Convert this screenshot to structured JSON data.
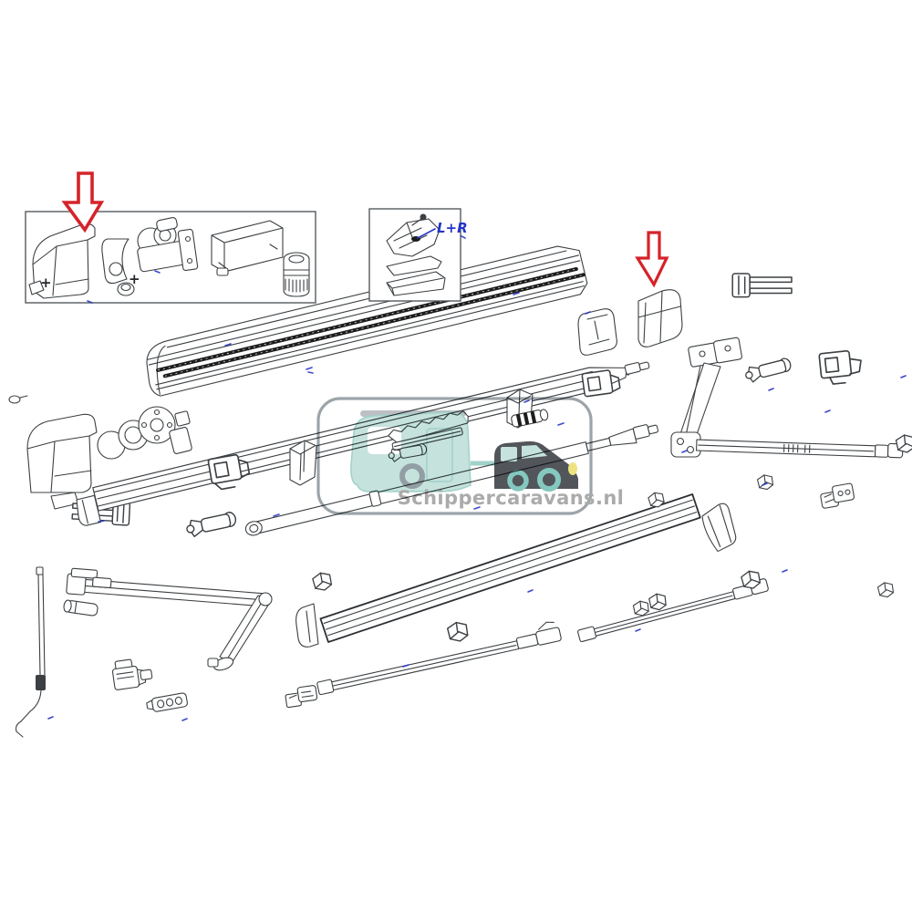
{
  "page": {
    "kind": "exploded-parts-diagram",
    "subject": "caravan awning spare parts drawing",
    "background": "#ffffff"
  },
  "labels": {
    "inset_lr": "L+R",
    "plus_1": "+",
    "plus_2": "+"
  },
  "watermark": {
    "text": "Schippercaravans.nl"
  },
  "colors": {
    "line": "#3c4043",
    "arrow_red": "#d5232a",
    "label_blue": "#2535c8",
    "strip_dark": "#1d1d1d",
    "teal": "#c3e1db",
    "teal_dark": "#9ccfc7",
    "gray_ring": "#8d9aa0",
    "van_dark": "#4b4f54",
    "headlight_yellow": "#eee27a",
    "watermark_text_gray": "#a8a8a8",
    "border_gray": "#98a0a6"
  }
}
